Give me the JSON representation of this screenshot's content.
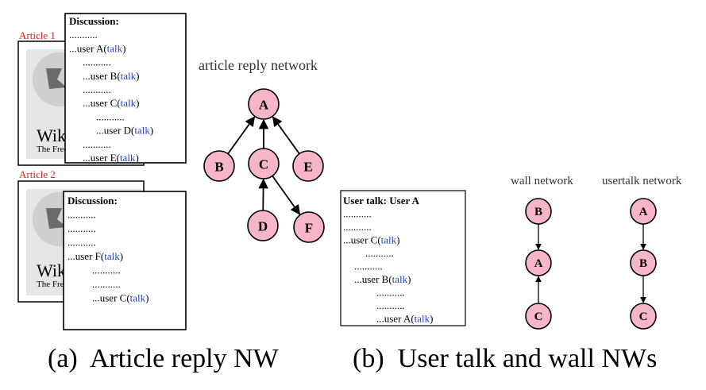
{
  "panel_a": {
    "article1_label": "Article 1",
    "article2_label": "Article 2",
    "logo_word": "Wiki",
    "logo_sub": "The Free",
    "discussion1": {
      "title": "Discussion:",
      "lines": [
        {
          "dots": "...........",
          "indent": 0
        },
        {
          "prefix": "...user   A(",
          "talk": "talk",
          "suffix": ")",
          "indent": 0
        },
        {
          "dots": "...........",
          "indent": 1
        },
        {
          "prefix": "...user  B(",
          "talk": "talk",
          "suffix": ")",
          "indent": 1
        },
        {
          "dots": "...........",
          "indent": 1
        },
        {
          "prefix": "...user  C(",
          "talk": "talk",
          "suffix": ")",
          "indent": 1
        },
        {
          "dots": "...........",
          "indent": 2
        },
        {
          "prefix": "...user  D(",
          "talk": "talk",
          "suffix": ")",
          "indent": 2
        },
        {
          "dots": "...........",
          "indent": 1
        },
        {
          "prefix": "...user  E(",
          "talk": "talk",
          "suffix": ")",
          "indent": 1
        }
      ]
    },
    "discussion2": {
      "title": "Discussion:",
      "lines": [
        {
          "dots": "...........",
          "indent": 0
        },
        {
          "dots": "...........",
          "indent": 0
        },
        {
          "dots": "...........",
          "indent": 0
        },
        {
          "prefix": "...user   F(",
          "talk": "talk",
          "suffix": ")",
          "indent": 0
        },
        {
          "dots": "...........",
          "indent": 2
        },
        {
          "dots": "...........",
          "indent": 2
        },
        {
          "prefix": "...user  C(",
          "talk": "talk",
          "suffix": ")",
          "indent": 2
        }
      ]
    },
    "network_title": "article reply network",
    "nodes": [
      "A",
      "B",
      "C",
      "E",
      "D",
      "F"
    ],
    "edges": [
      [
        "B",
        "A"
      ],
      [
        "C",
        "A"
      ],
      [
        "E",
        "A"
      ],
      [
        "D",
        "C"
      ],
      [
        "C",
        "F"
      ]
    ],
    "caption": "(a)  Article reply NW"
  },
  "panel_b": {
    "usertalk_box": {
      "title": "User talk: User A",
      "lines": [
        {
          "dots": "...........",
          "indent": 0
        },
        {
          "dots": "...........",
          "indent": 0
        },
        {
          "prefix": "...user C(",
          "talk": "talk",
          "suffix": ")",
          "indent": 0
        },
        {
          "dots": "...........",
          "indent": 2
        },
        {
          "dots": "...........",
          "indent": 1
        },
        {
          "prefix": "...user   B(",
          "talk": "talk",
          "suffix": ")",
          "indent": 1
        },
        {
          "dots": "...........",
          "indent": 3
        },
        {
          "dots": "...........",
          "indent": 3
        },
        {
          "prefix": "...user A(",
          "talk": "talk",
          "suffix": ")",
          "indent": 3
        }
      ]
    },
    "wall_title": "wall network",
    "wall_nodes": [
      "B",
      "A",
      "C"
    ],
    "wall_edges": [
      [
        "B",
        "A"
      ],
      [
        "C",
        "A"
      ]
    ],
    "usertalk_title": "usertalk network",
    "usertalk_nodes": [
      "A",
      "B",
      "C"
    ],
    "usertalk_edges": [
      [
        "A",
        "B"
      ],
      [
        "B",
        "C"
      ]
    ],
    "caption": "(b)  User talk and wall NWs"
  }
}
